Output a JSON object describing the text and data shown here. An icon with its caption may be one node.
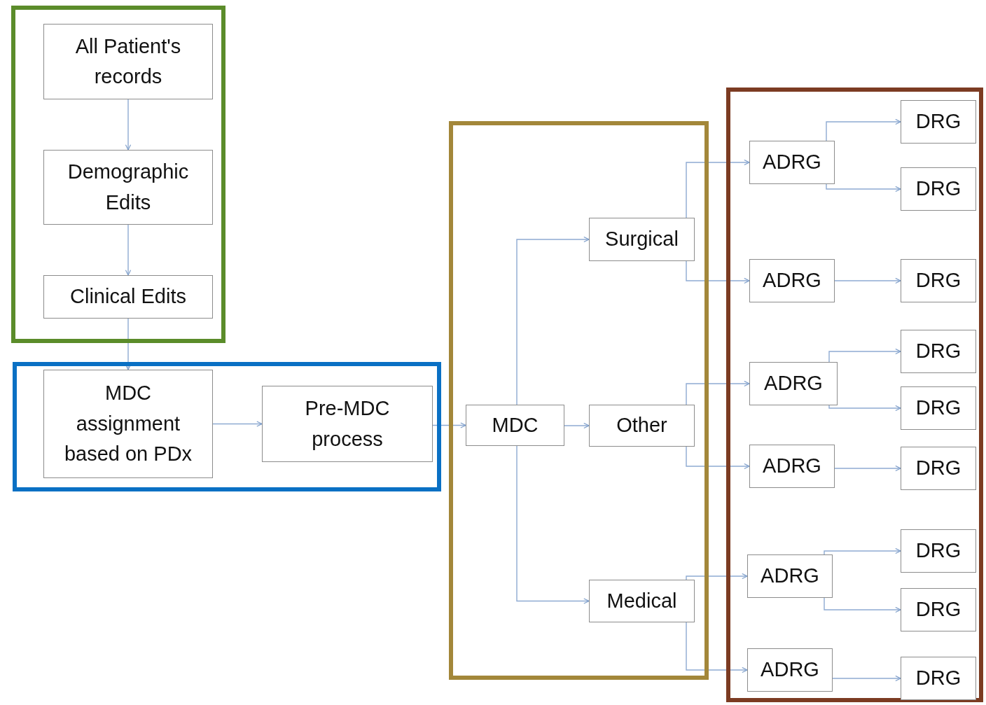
{
  "diagram": {
    "nodes": [
      {
        "text": [],
        "shape": "box"
      },
      {
        "text": [
          "All Patient's records"
        ],
        "in": 0
      },
      {
        "text": [
          "Demographic Edits"
        ],
        "in": 0
      },
      {
        "text": [
          "Clinical Edits"
        ],
        "in": 0
      },
      {
        "text": [],
        "shape": "box"
      },
      {
        "text": [
          "MDC assignment based on PDx"
        ],
        "in": 4
      },
      {
        "text": [
          "Pre-MDC process"
        ],
        "in": 4
      },
      {
        "text": [],
        "shape": "box"
      },
      {
        "text": [
          "MDC"
        ],
        "in": 7
      },
      {
        "text": [
          "Surgical"
        ],
        "in": 7
      },
      {
        "text": [
          "Other"
        ],
        "in": 7
      },
      {
        "text": [
          "Medical"
        ],
        "in": 7
      },
      {
        "text": [],
        "shape": "box"
      },
      {
        "text": [
          "ADRG"
        ],
        "in": 12
      },
      {
        "text": [
          "DRG"
        ],
        "in": 12
      },
      {
        "text": [
          "DRG"
        ],
        "in": 12
      },
      {
        "text": [
          "ADRG"
        ],
        "in": 12
      },
      {
        "text": [
          "DRG"
        ],
        "in": 12
      },
      {
        "text": [
          "ADRG"
        ],
        "in": 12
      },
      {
        "text": [
          "DRG"
        ],
        "in": 12
      },
      {
        "text": [
          "DRG"
        ],
        "in": 12
      },
      {
        "text": [
          "ADRG"
        ],
        "in": 12
      },
      {
        "text": [
          "DRG"
        ],
        "in": 12
      },
      {
        "text": [
          "ADRG"
        ],
        "in": 12
      },
      {
        "text": [
          "DRG"
        ],
        "in": 12
      },
      {
        "text": [
          "DRG"
        ],
        "in": 12
      },
      {
        "text": [
          "ADRG"
        ],
        "in": 12
      },
      {
        "text": [
          "DRG"
        ],
        "in": 12
      }
    ],
    "edges": [
      {
        "from": 1,
        "to": 2,
        "arrow": "to"
      },
      {
        "from": 2,
        "to": 3,
        "arrow": "to"
      },
      {
        "from": 3,
        "to": 5,
        "arrow": "to"
      },
      {
        "from": 5,
        "to": 6,
        "arrow": "to"
      },
      {
        "from": 6,
        "to": 8,
        "arrow": "to"
      },
      {
        "from": 8,
        "to": 9,
        "arrow": "to"
      },
      {
        "from": 8,
        "to": 10,
        "arrow": "to"
      },
      {
        "from": 8,
        "to": 11,
        "arrow": "to"
      },
      {
        "from": 9,
        "to": 13,
        "arrow": "to"
      },
      {
        "from": 9,
        "to": 16,
        "arrow": "to"
      },
      {
        "from": 10,
        "to": 18,
        "arrow": "to"
      },
      {
        "from": 10,
        "to": 21,
        "arrow": "to"
      },
      {
        "from": 11,
        "to": 23,
        "arrow": "to"
      },
      {
        "from": 11,
        "to": 26,
        "arrow": "to"
      },
      {
        "from": 13,
        "to": 14,
        "arrow": "to"
      },
      {
        "from": 13,
        "to": 15,
        "arrow": "to"
      },
      {
        "from": 16,
        "to": 17,
        "arrow": "to"
      },
      {
        "from": 18,
        "to": 19,
        "arrow": "to"
      },
      {
        "from": 18,
        "to": 20,
        "arrow": "to"
      },
      {
        "from": 21,
        "to": 22,
        "arrow": "to"
      },
      {
        "from": 23,
        "to": 24,
        "arrow": "to"
      },
      {
        "from": 23,
        "to": 25,
        "arrow": "to"
      },
      {
        "from": 26,
        "to": 27,
        "arrow": "to"
      }
    ]
  }
}
